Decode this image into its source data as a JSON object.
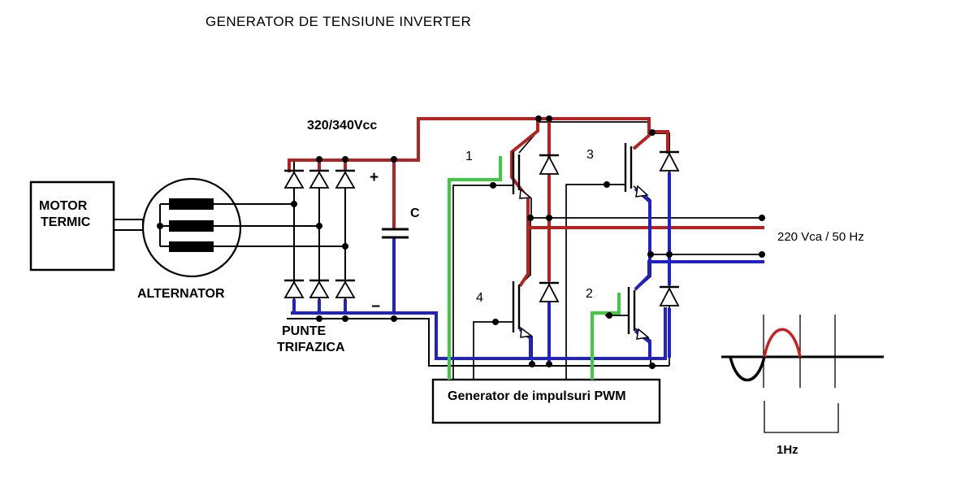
{
  "title": "GENERATOR DE TENSIUNE INVERTER",
  "motor": {
    "line1": "MOTOR",
    "line2": "TERMIC"
  },
  "alternator_label": "ALTERNATOR",
  "rectifier_label": {
    "line1": "PUNTE",
    "line2": "TRIFAZICA"
  },
  "dc_bus_label": "320/340Vcc",
  "plus_sign": "+",
  "minus_sign": "−",
  "capacitor_label": "C",
  "igbt_labels": {
    "q1": "1",
    "q3": "3",
    "q4": "4",
    "q2": "2"
  },
  "pwm_label": "Generator de impulsuri PWM",
  "output_label": "220 Vca / 50 Hz",
  "freq_label": "1Hz",
  "colors": {
    "wire_red": "#b42222",
    "wire_blue": "#2121c8",
    "wire_green": "#3fcb3f",
    "sine_red": "#cc2020",
    "label_red": "#c03030"
  },
  "waveform": {
    "type": "line",
    "description": "One sine period at output: negative half-cycle black, positive half-cycle red",
    "period_label": "1Hz",
    "halves": [
      "negative",
      "positive"
    ]
  }
}
